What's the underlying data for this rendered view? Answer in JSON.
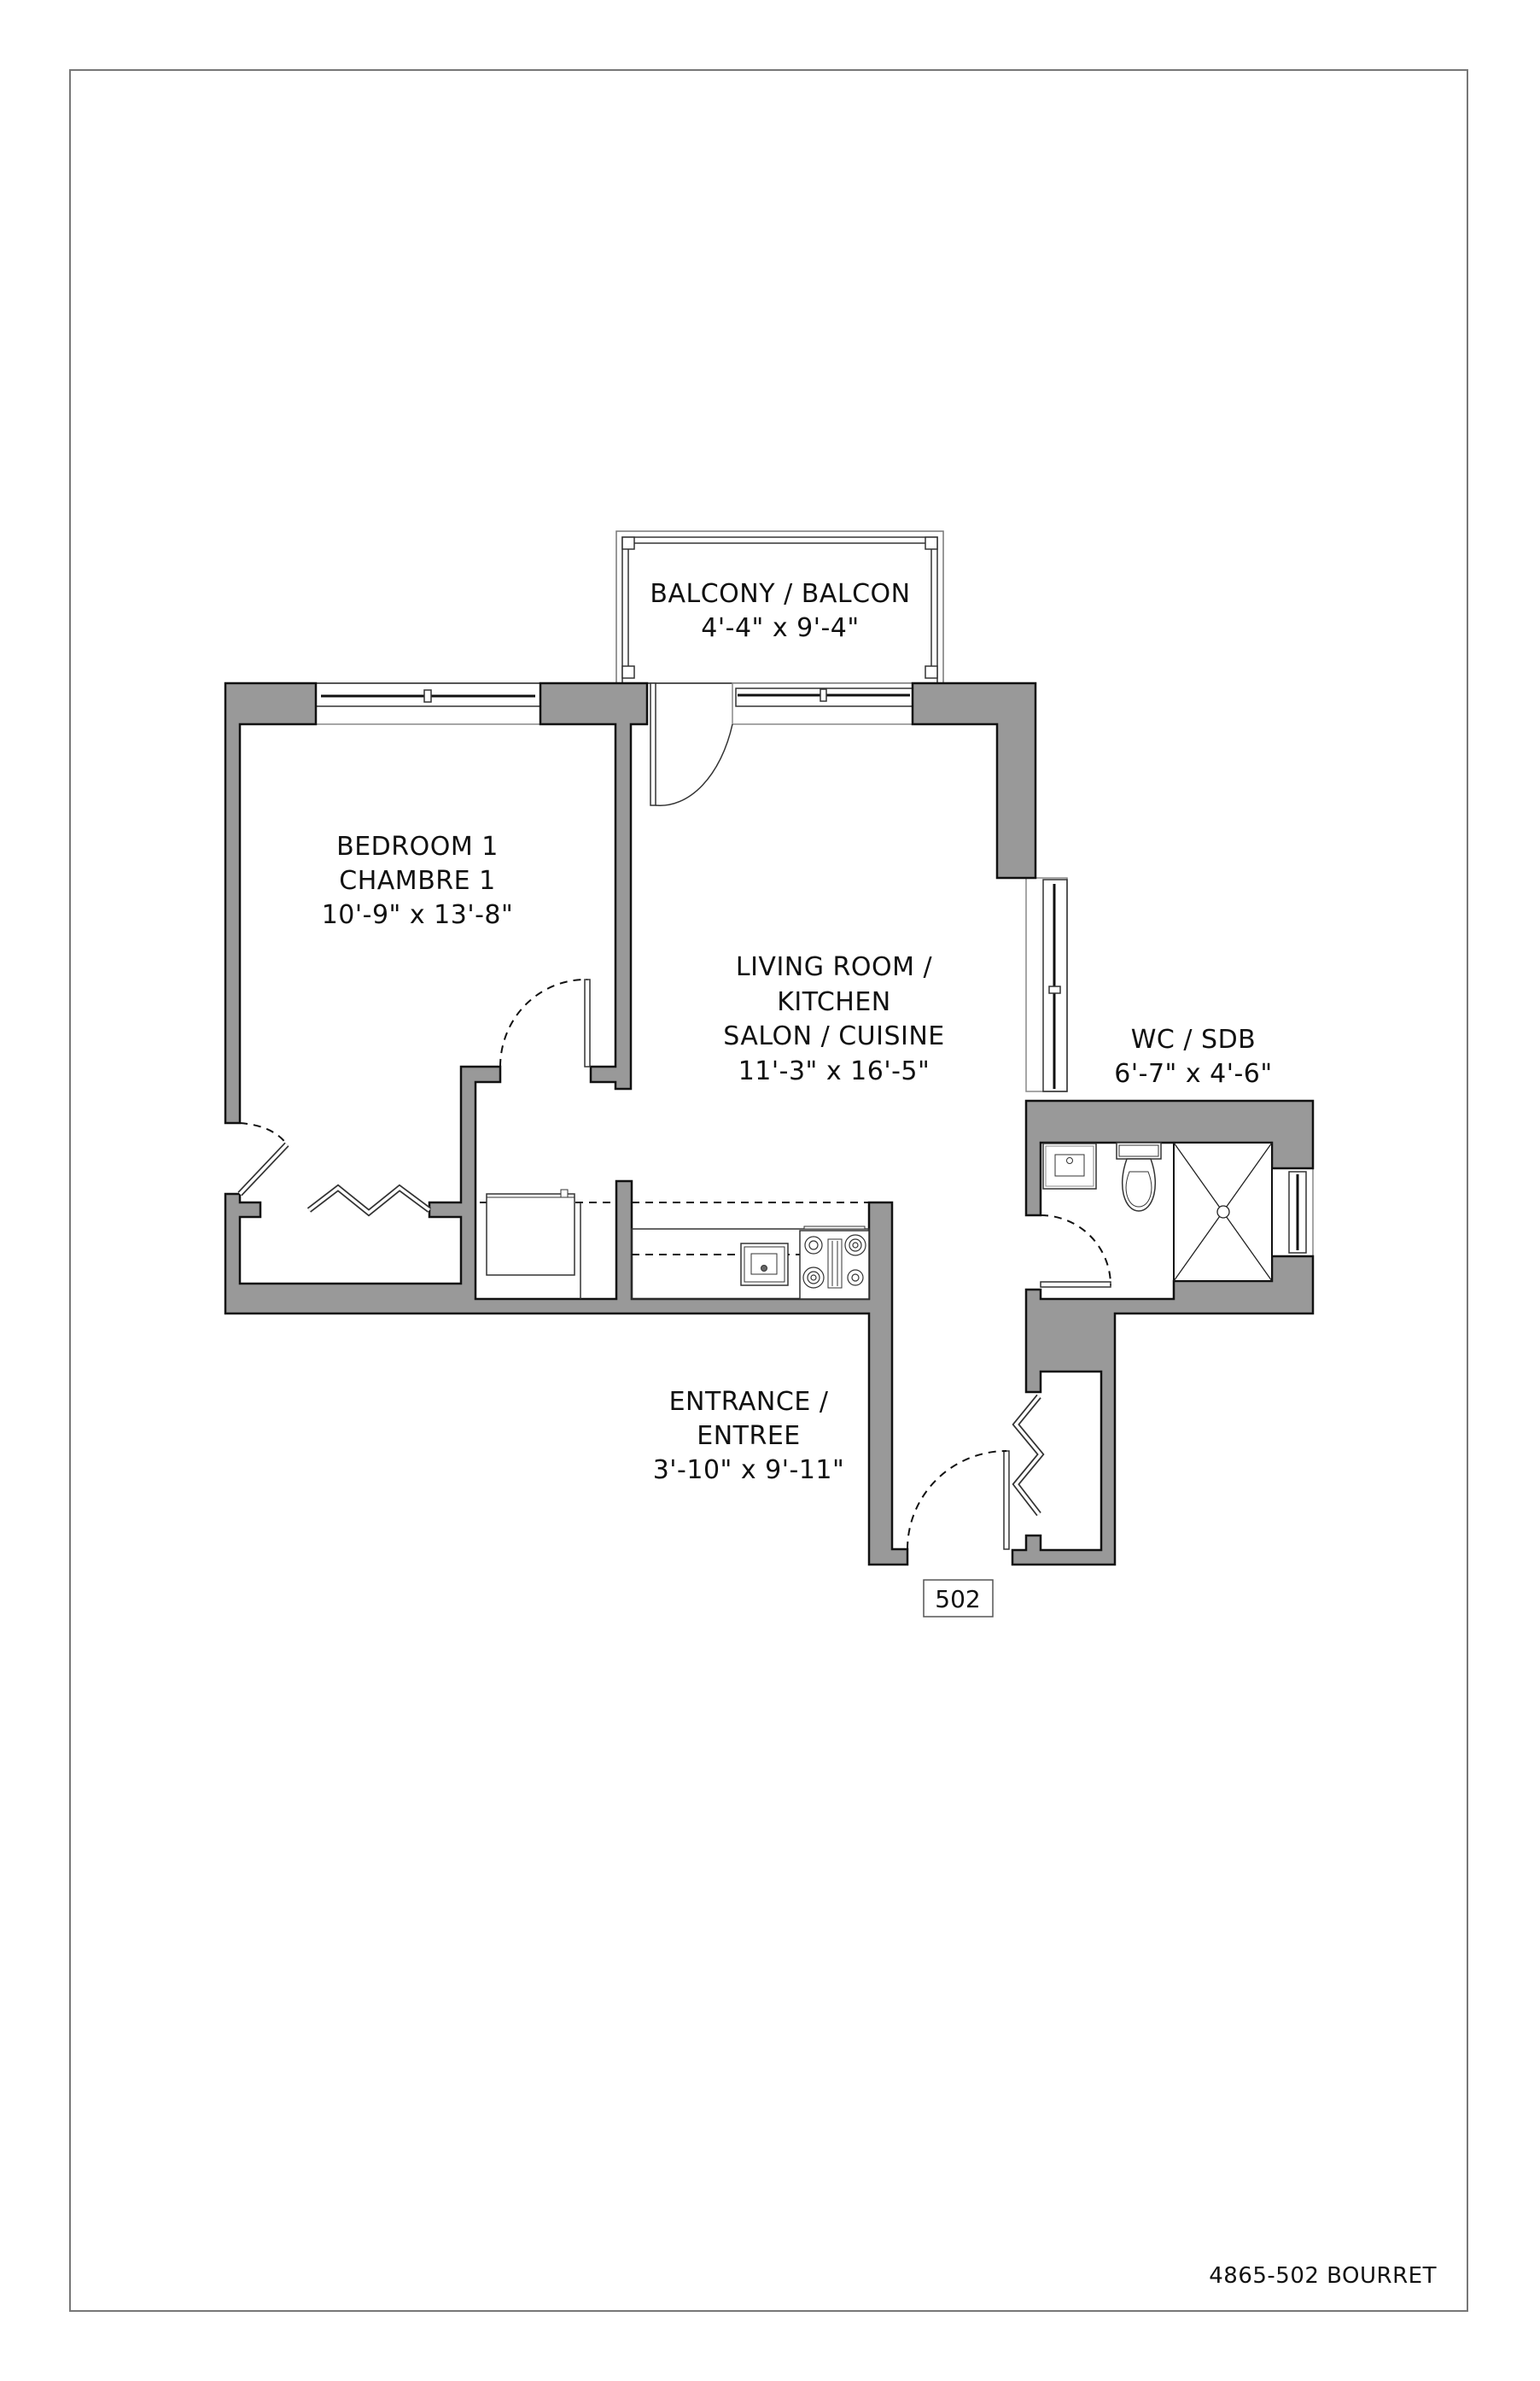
{
  "plan": {
    "unit_number": "502",
    "footer_label": "4865-502 BOURRET",
    "colors": {
      "wall": "#999999",
      "outline": "#111111",
      "frame": "#777777",
      "background": "#ffffff"
    }
  },
  "rooms": {
    "balcony": {
      "name": "BALCONY / BALCON",
      "dims": "4'-4\" x 9'-4\""
    },
    "bedroom": {
      "name_en": "BEDROOM 1",
      "name_fr": "CHAMBRE 1",
      "dims": "10'-9\" x 13'-8\""
    },
    "living": {
      "line1": "LIVING ROOM /",
      "line2": "KITCHEN",
      "line3": "SALON / CUISINE",
      "dims": "11'-3\" x 16'-5\""
    },
    "bathroom": {
      "name": "WC / SDB",
      "dims": "6'-7\" x 4'-6\""
    },
    "entrance": {
      "line1": "ENTRANCE /",
      "line2": "ENTREE",
      "dims": "3'-10\" x 9'-11\""
    }
  },
  "fixtures": [
    "fridge-icon",
    "kitchen-sink-icon",
    "stove-icon",
    "bathroom-sink-icon",
    "toilet-icon",
    "shower-icon"
  ]
}
